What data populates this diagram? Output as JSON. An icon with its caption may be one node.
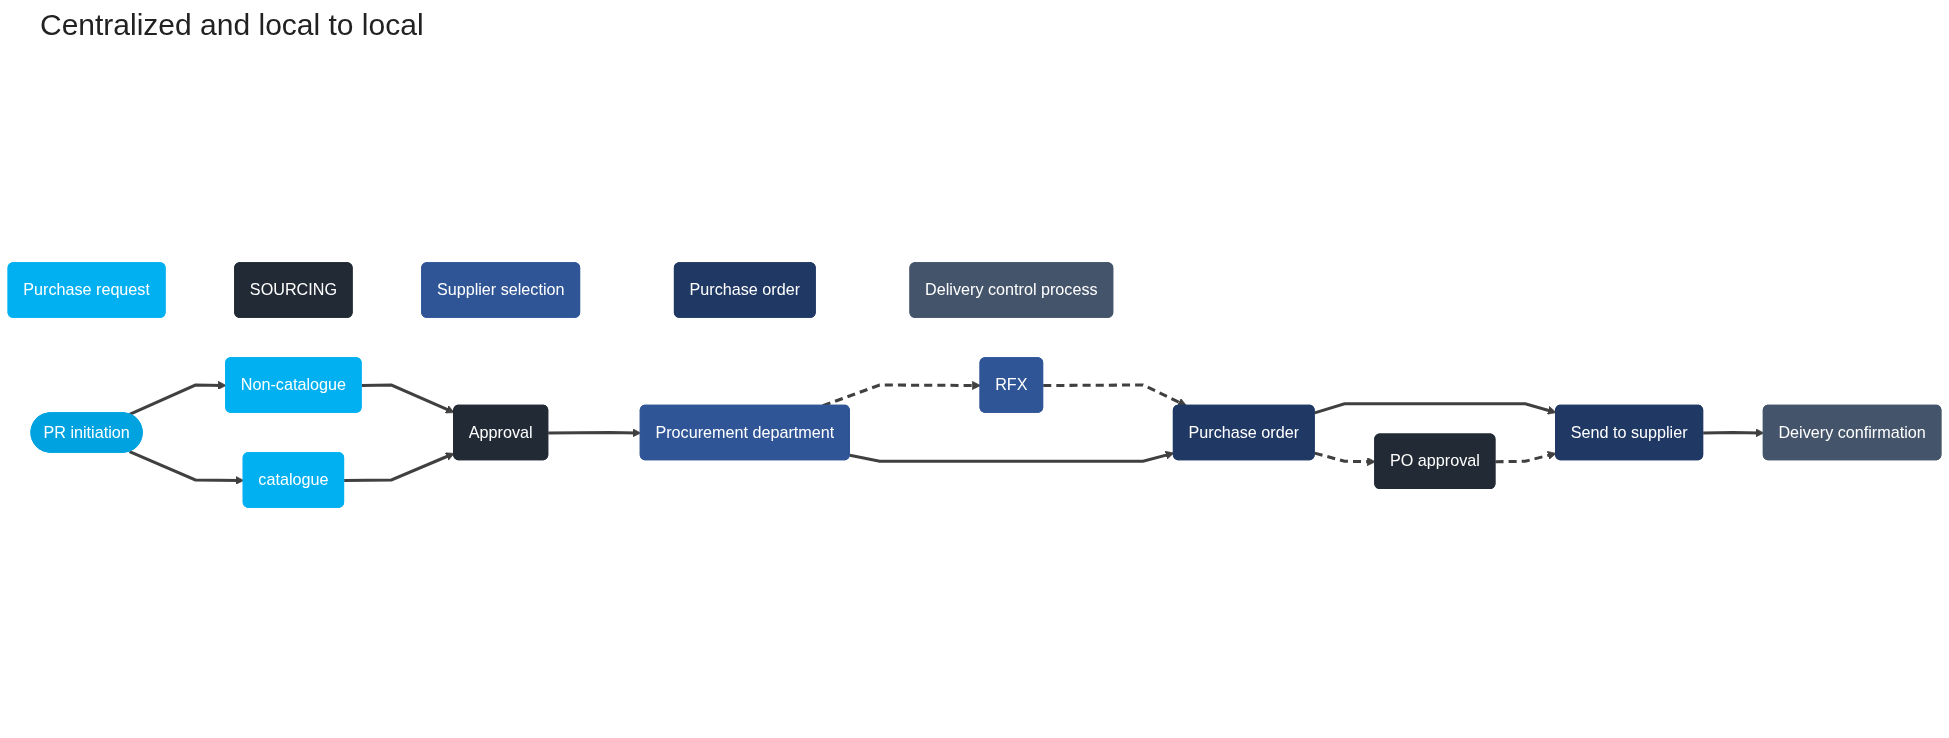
{
  "diagram": {
    "title": "Centralized and local to local",
    "nodes": [
      {
        "text": [
          "Purchase request"
        ]
      },
      {
        "text": [
          "SOURCING"
        ]
      },
      {
        "text": [
          "Supplier selection"
        ]
      },
      {
        "text": [
          "Purchase order"
        ]
      },
      {
        "text": [
          "Delivery control process"
        ]
      },
      {
        "text": [
          "PR initiation"
        ]
      },
      {
        "text": [
          "Non-catalogue"
        ]
      },
      {
        "text": [
          "catalogue"
        ]
      },
      {
        "text": [
          "Approval"
        ]
      },
      {
        "text": [
          "Procurement department"
        ]
      },
      {
        "text": [
          "RFX"
        ]
      },
      {
        "text": [
          "Purchase order"
        ]
      },
      {
        "text": [
          "Send to supplier"
        ]
      },
      {
        "text": [
          "Deivery confirmation"
        ]
      },
      {
        "text": [
          "PO approval"
        ]
      }
    ],
    "edges": [
      {
        "from": 5,
        "to": 6,
        "arrow": "to"
      },
      {
        "from": 5,
        "to": 7,
        "arrow": "to"
      },
      {
        "from": 6,
        "to": 8,
        "arrow": "to"
      },
      {
        "from": 7,
        "to": 8,
        "arrow": "to"
      },
      {
        "from": 8,
        "to": 9,
        "arrow": "to"
      },
      {
        "from": 9,
        "to": 10,
        "arrow": "to",
        "style": "dashed"
      },
      {
        "from": 10,
        "to": 11,
        "arrow": "to",
        "style": "dashed"
      },
      {
        "from": 9,
        "to": 11,
        "arrow": "to"
      },
      {
        "from": 11,
        "to": 12,
        "arrow": "to"
      },
      {
        "from": 12,
        "to": 13,
        "arrow": "to"
      },
      {
        "from": 11,
        "to": 14,
        "arrow": "to",
        "style": "dashed"
      },
      {
        "from": 14,
        "to": 12,
        "arrow": "to",
        "style": "dashed"
      }
    ]
  }
}
